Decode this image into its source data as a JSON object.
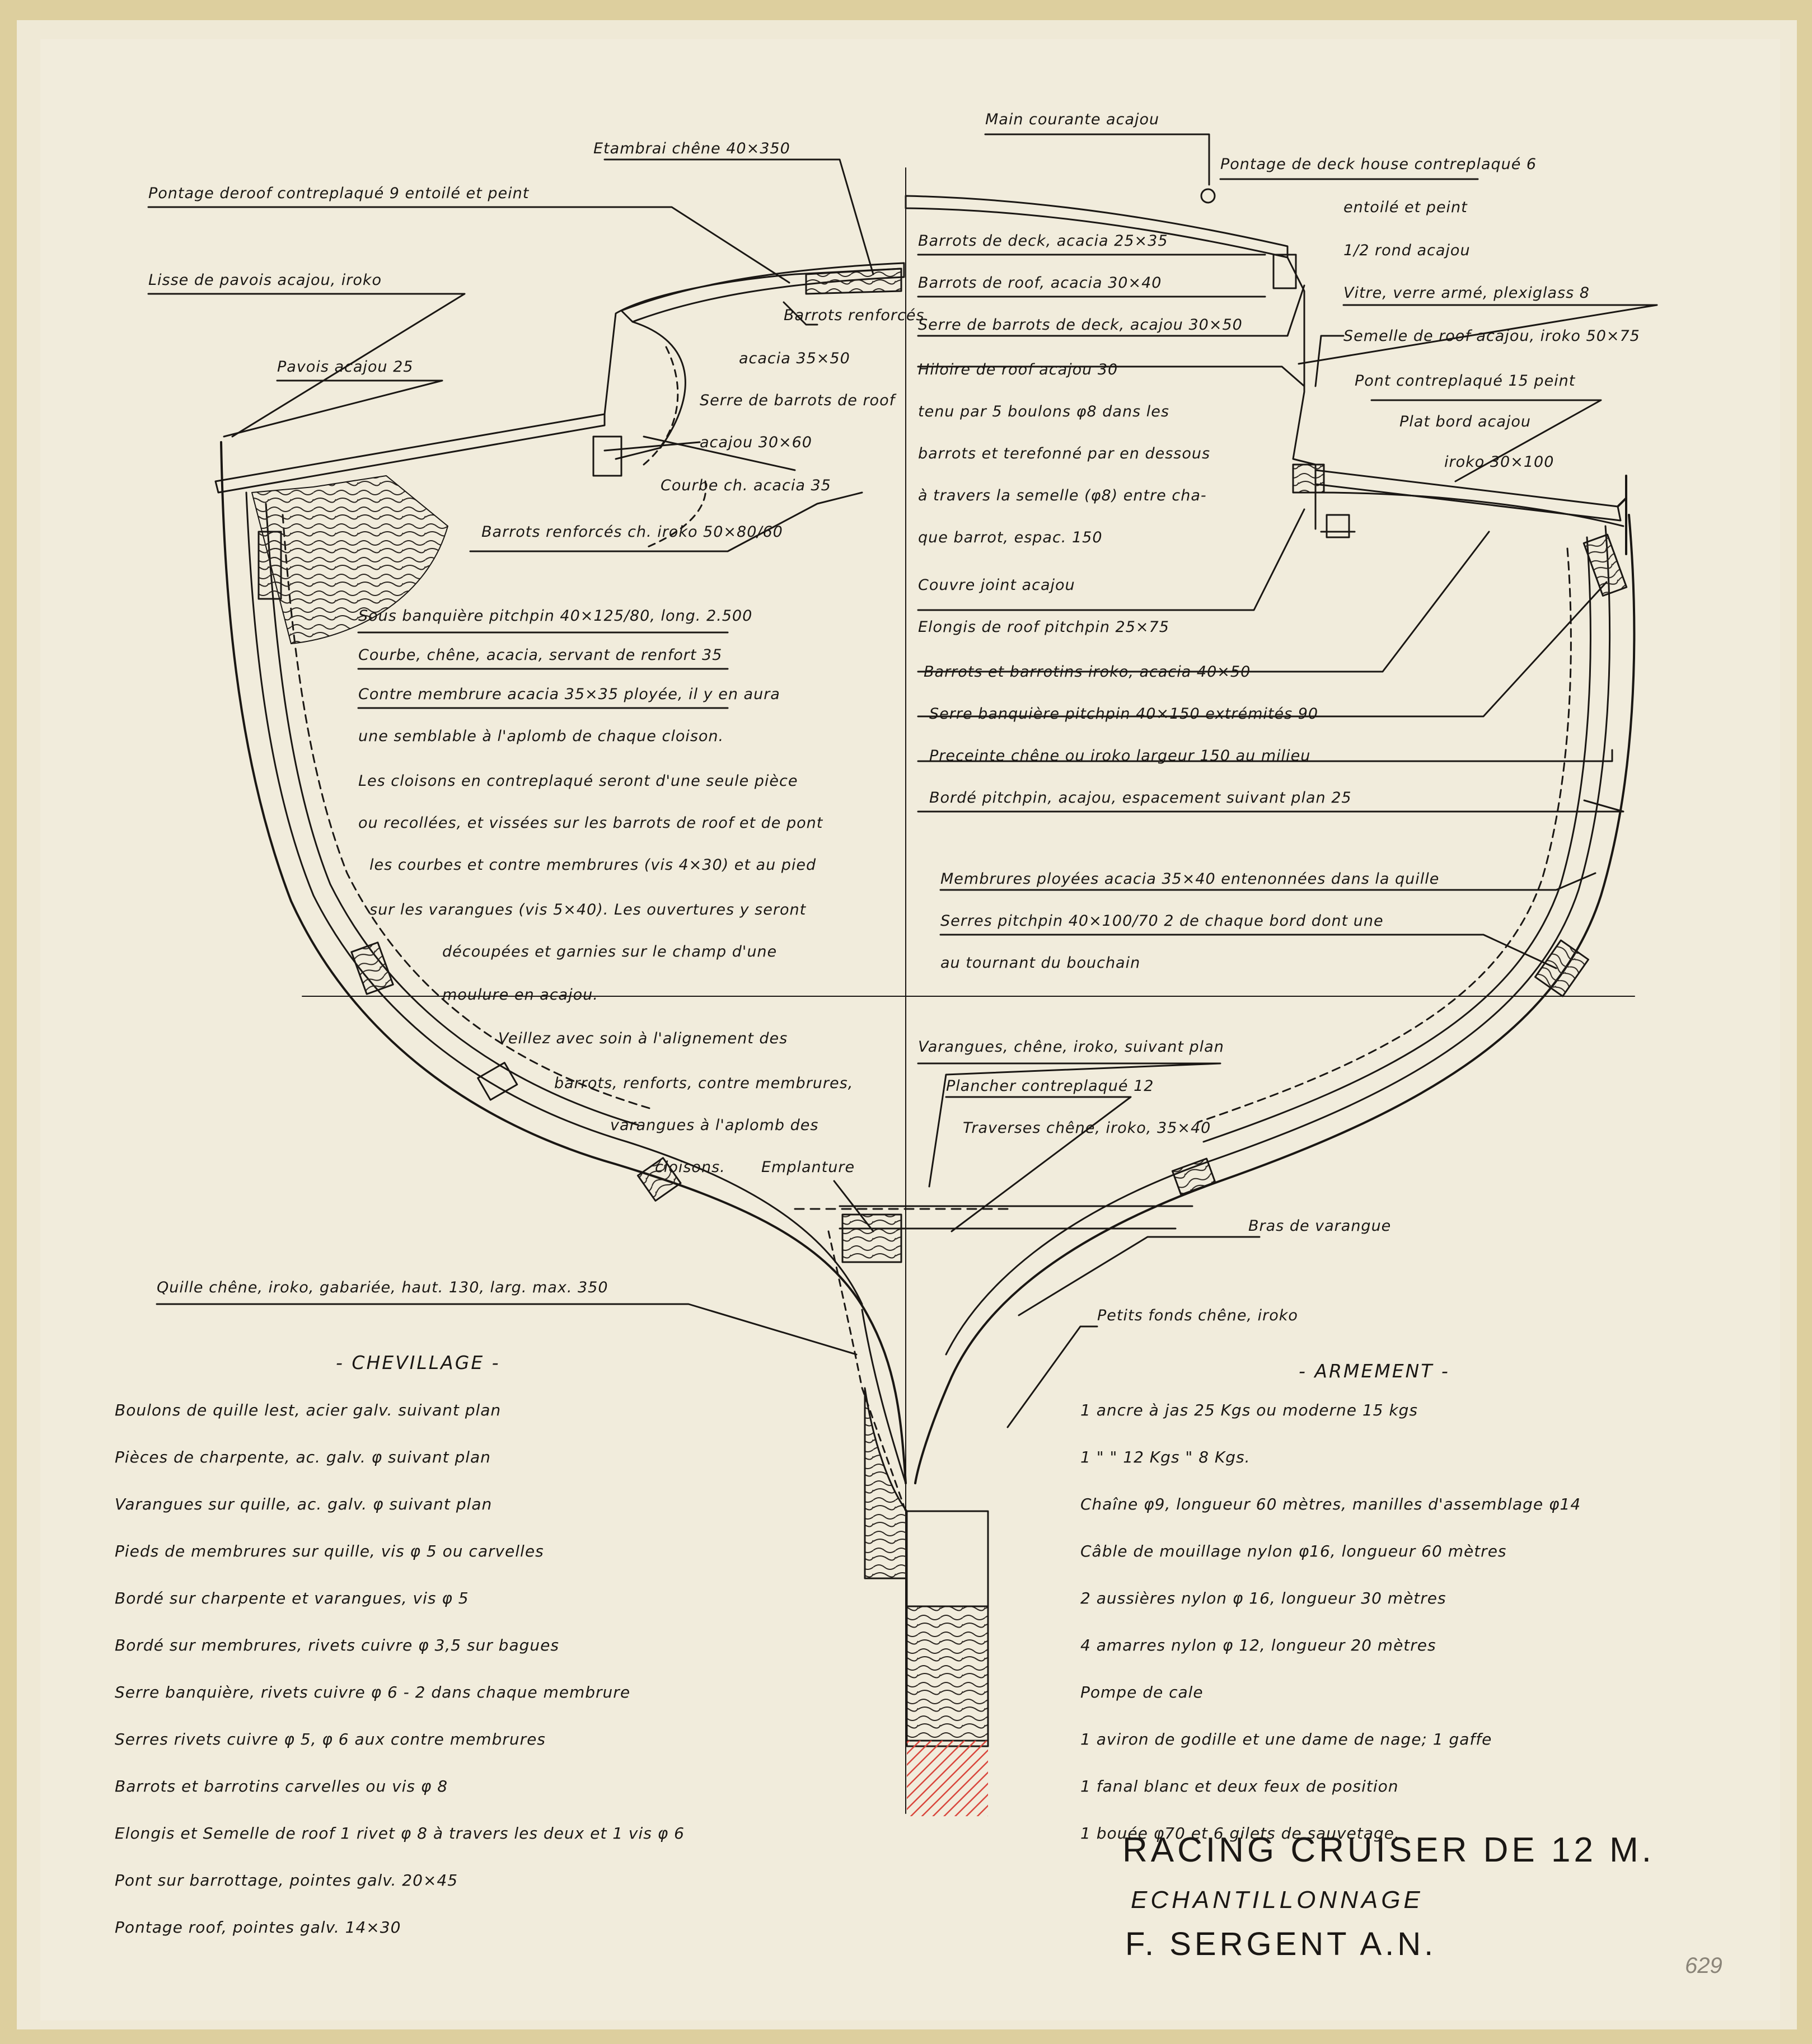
{
  "title_block": {
    "title": "RACING  CRUISER DE 12 M.",
    "subtitle": "ECHANTILLONNAGE",
    "designer": "F. SERGENT A.N.",
    "sheet_number": "629"
  },
  "labels": {
    "l01": "Etambrai chêne 40×350",
    "l02": "Pontage deroof contreplaqué 9 entoilé et peint",
    "l03": "Lisse de pavois acajou, iroko",
    "l04": "Pavois acajou 25",
    "l05": "Barrots renforcés",
    "l06": "acacia 35×50",
    "l07": "Serre de barrots de roof",
    "l08": "acajou 30×60",
    "l09": "Courbe ch. acacia 35",
    "l10": "Barrots renforcés ch. iroko 50×80/60",
    "l11": "Sous banquière pitchpin 40×125/80, long. 2.500",
    "l12": "Courbe, chêne, acacia, servant de renfort 35",
    "l13": "Contre membrure acacia 35×35 ployée, il y en aura",
    "l14": "une semblable à l'aplomb de chaque cloison.",
    "l15": "Les cloisons en contreplaqué seront d'une seule pièce",
    "l16": "ou recollées, et vissées sur les barrots de roof et de pont",
    "l17": "les courbes et contre membrures (vis 4×30) et au pied",
    "l18": "sur les varangues (vis 5×40). Les ouvertures y seront",
    "l19": "découpées et garnies sur le champ d'une",
    "l20": "moulure en acajou.",
    "l21": "Veillez avec soin à l'alignement des",
    "l22": "barrots, renforts, contre membrures,",
    "l23": "varangues à l'aplomb des",
    "l24": "cloisons.",
    "l25": "Emplanture",
    "l26": "Quille chêne, iroko, gabariée, haut. 130, larg. max. 350",
    "r01": "Main courante acajou",
    "r02": "Pontage de deck house contreplaqué 6",
    "r03": "entoilé et peint",
    "r04": "1/2 rond acajou",
    "r05": "Barrots de deck, acacia 25×35",
    "r06": "Barrots de roof, acacia 30×40",
    "r07": "Serre de barrots de deck, acajou 30×50",
    "r08": "Hiloire de roof acajou 30",
    "r09": "tenu par 5 boulons φ8 dans les",
    "r10": "barrots et terefonné par en dessous",
    "r11": "à travers la semelle (φ8) entre cha-",
    "r12": "que barrot, espac. 150",
    "r13": "Couvre joint acajou",
    "r14": "Elongis de roof pitchpin 25×75",
    "r15": "Vitre, verre armé, plexiglass 8",
    "r16": "Semelle de roof acajou, iroko 50×75",
    "r17": "Pont contreplaqué 15 peint",
    "r18": "Plat bord acajou",
    "r19": "iroko 30×100",
    "r20": "Barrots et barrotins iroko, acacia 40×50",
    "r21": "Serre banquière pitchpin 40×150 extrémités 90",
    "r22": "Preceinte chêne ou iroko largeur 150 au milieu",
    "r23": "Bordé pitchpin, acajou, espacement suivant plan 25",
    "r24": "Membrures ployées acacia 35×40 entenonnées dans la quille",
    "r25": "Serres pitchpin 40×100/70 2 de chaque bord dont une",
    "r26": "au tournant du bouchain",
    "r27": "Varangues, chêne, iroko, suivant plan",
    "r28": "Plancher contreplaqué 12",
    "r29": "Traverses chêne, iroko, 35×40",
    "r30": "Bras de varangue",
    "r31": "Petits fonds chêne, iroko"
  },
  "chevillage": {
    "heading": "- CHEVILLAGE -",
    "items": [
      "Boulons de quille lest, acier galv. suivant plan",
      "Pièces de charpente, ac. galv. φ suivant plan",
      "Varangues sur quille, ac. galv. φ suivant plan",
      "Pieds de membrures sur quille, vis φ 5 ou carvelles",
      "Bordé sur charpente et varangues, vis φ 5",
      "Bordé sur membrures, rivets cuivre φ 3,5 sur bagues",
      "Serre banquière, rivets cuivre φ 6 - 2 dans chaque membrure",
      "Serres rivets cuivre φ 5, φ 6 aux contre membrures",
      "Barrots et barrotins carvelles ou vis φ 8",
      "Elongis et Semelle de roof 1 rivet φ 8 à travers les deux et 1 vis φ 6",
      "Pont sur barrottage, pointes galv. 20×45",
      "Pontage roof, pointes galv. 14×30"
    ]
  },
  "armement": {
    "heading": "- ARMEMENT -",
    "items": [
      "1 ancre à jas 25 Kgs ou moderne 15 kgs",
      "1   \"     \"  12 Kgs         \"          8 Kgs.",
      "Chaîne φ9, longueur 60 mètres, manilles d'assemblage φ14",
      "Câble de mouillage nylon φ16, longueur 60 mètres",
      "2 aussières nylon φ 16, longueur 30 mètres",
      "4 amarres nylon φ 12, longueur 20 mètres",
      "Pompe de cale",
      "1 aviron de godille et une dame de nage; 1 gaffe",
      "1 fanal blanc et deux feux de position",
      "1 bouée φ70 et 6 gilets de sauvetage."
    ]
  },
  "colors": {
    "paper": "#efe9d6",
    "border": "#d8c78c",
    "ink": "#1a1714",
    "red": "#d9463c"
  }
}
